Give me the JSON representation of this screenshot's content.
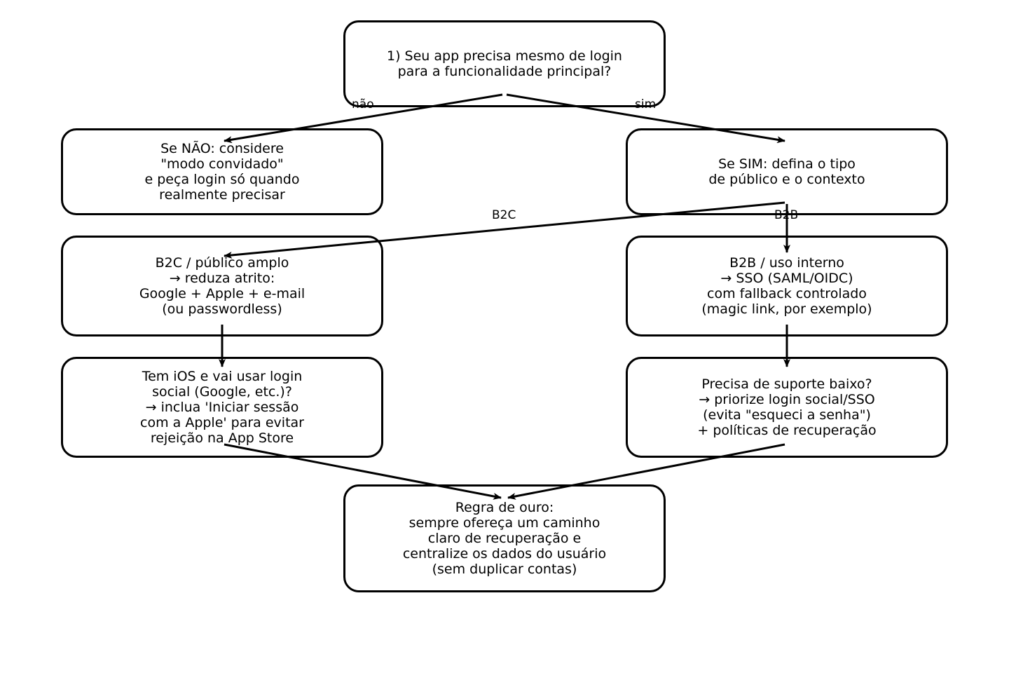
{
  "diagram": {
    "nodes": {
      "q1": {
        "text": "1) Seu app precisa mesmo de login\npara a funcionalidade principal?"
      },
      "no": {
        "text": "Se NÃO: considere\n\"modo convidado\"\ne peça login só quando\nrealmente precisar"
      },
      "yes": {
        "text": "Se SIM: defina o tipo\nde público e o contexto"
      },
      "b2c": {
        "text": "B2C / público amplo\n→ reduza atrito:\nGoogle + Apple + e-mail\n(ou passwordless)"
      },
      "b2b": {
        "text": "B2B / uso interno\n→ SSO (SAML/OIDC)\ncom fallback controlado\n(magic link, por exemplo)"
      },
      "ios": {
        "text": "Tem iOS e vai usar login\nsocial (Google, etc.)?\n→ inclua 'Iniciar sessão\ncom a Apple' para evitar\nrejeição na App Store"
      },
      "support": {
        "text": "Precisa de suporte baixo?\n→ priorize login social/SSO\n(evita \"esqueci a senha\")\n+ políticas de recuperação"
      },
      "golden": {
        "text": "Regra de ouro:\nsempre ofereça um caminho\nclaro de recuperação e\ncentralize os dados do usuário\n(sem duplicar contas)"
      }
    },
    "edge_labels": {
      "no": "não",
      "yes": "sim",
      "b2c": "B2C",
      "b2b": "B2B"
    },
    "colors": {
      "stroke": "#000000",
      "background": "#ffffff"
    }
  }
}
